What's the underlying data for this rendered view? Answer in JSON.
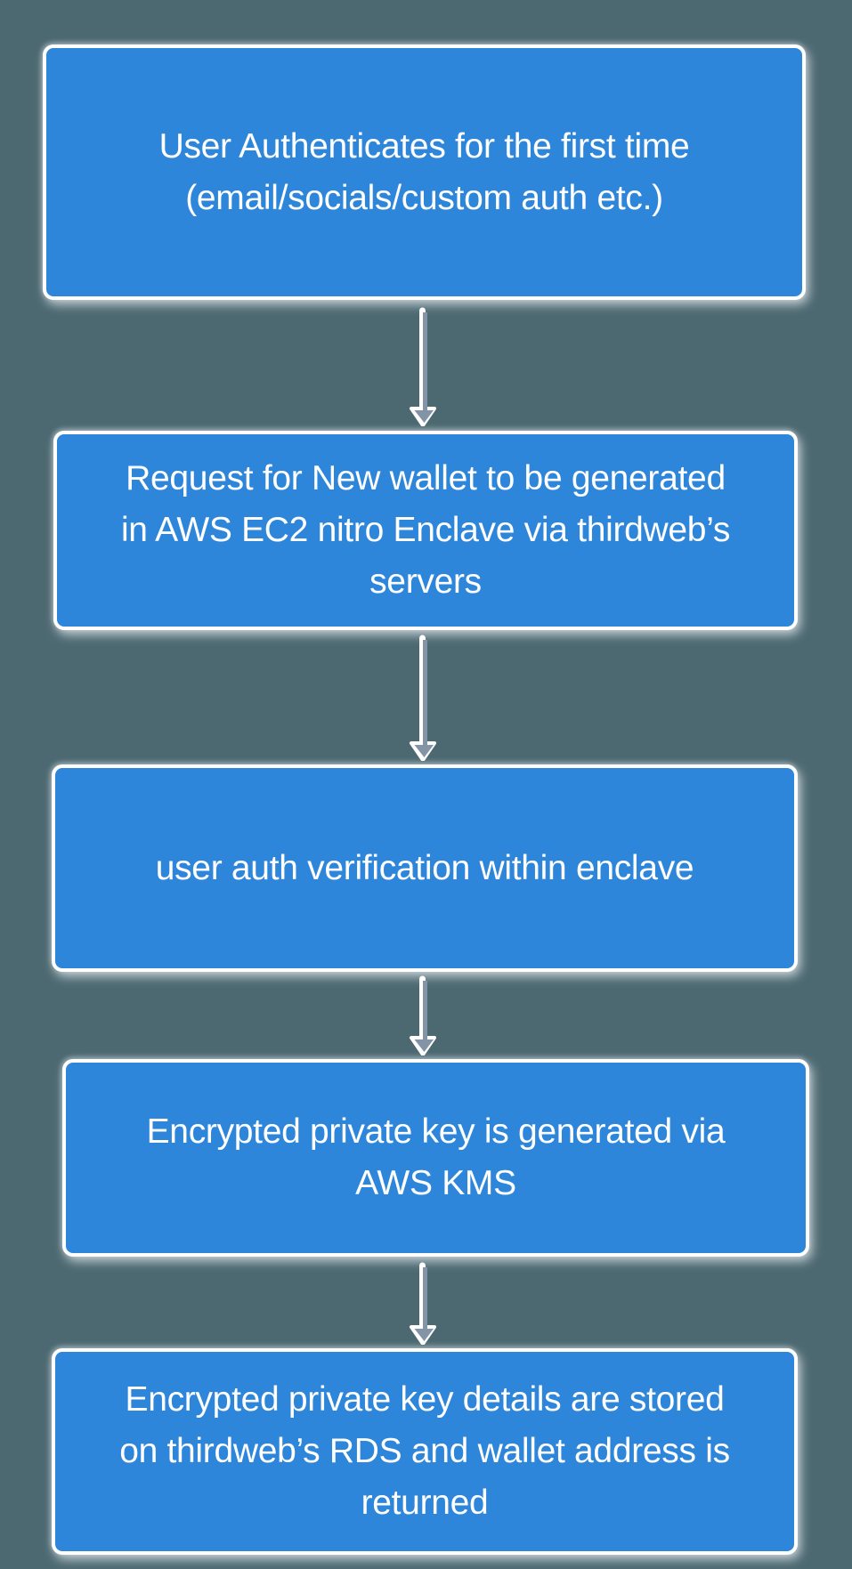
{
  "diagram": {
    "type": "flowchart",
    "direction": "top-down",
    "colors": {
      "background": "#4c6871",
      "node_fill": "#2e86da",
      "node_border": "#ffffff",
      "node_text": "#ffffff",
      "arrow_fill": "#8494a7",
      "arrow_outline": "#ffffff"
    },
    "nodes": [
      {
        "id": "authenticate",
        "text": "User Authenticates for the first time (email/socials/custom auth etc.)",
        "lines": [
          "User Authenticates for the first time",
          "(email/socials/custom auth etc.)"
        ]
      },
      {
        "id": "request-wallet",
        "text": "Request for New wallet to be generated in AWS EC2 nitro Enclave via thirdweb’s servers",
        "lines": [
          "Request for New wallet to be generated",
          "in AWS EC2 nitro Enclave via thirdweb’s",
          "servers"
        ]
      },
      {
        "id": "verify-auth",
        "text": "user auth verification within enclave",
        "lines": [
          "user auth verification within enclave"
        ]
      },
      {
        "id": "generate-key",
        "text": "Encrypted private key is generated via AWS KMS",
        "lines": [
          "Encrypted private key is generated via",
          "AWS KMS"
        ]
      },
      {
        "id": "store-key",
        "text": "Encrypted private key details are stored on thirdweb’s RDS and wallet address is returned",
        "lines": [
          "Encrypted private key details are stored",
          "on thirdweb’s RDS and wallet address is",
          "returned"
        ]
      }
    ],
    "edges": [
      {
        "from": "authenticate",
        "to": "request-wallet",
        "direction": "down"
      },
      {
        "from": "request-wallet",
        "to": "verify-auth",
        "direction": "down"
      },
      {
        "from": "verify-auth",
        "to": "generate-key",
        "direction": "down"
      },
      {
        "from": "generate-key",
        "to": "store-key",
        "direction": "down"
      }
    ]
  }
}
